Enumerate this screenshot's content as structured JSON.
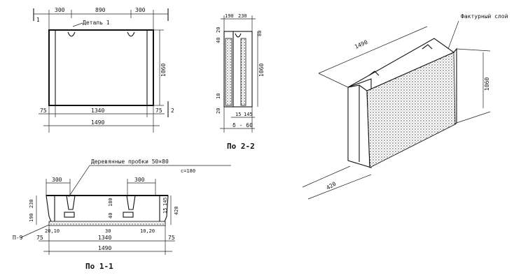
{
  "front_view": {
    "dims_top": [
      "300",
      "890",
      "300"
    ],
    "callout": "Деталь 1",
    "marker_left": "1",
    "marker_right": "2",
    "height_dim": "1060",
    "dims_bottom": [
      "75",
      "1340",
      "75"
    ],
    "total_width": "1490"
  },
  "section_22": {
    "top_dims": [
      "190",
      "230"
    ],
    "right_top_dim": "80",
    "left_top_dims": [
      "40",
      "20"
    ],
    "mid_dim": "10",
    "bottom_left_dim": "20",
    "bottom_dims": [
      "15",
      "145"
    ],
    "height_dim": "1060",
    "thickness_label": "δ - 60",
    "title": "По 2-2"
  },
  "section_11": {
    "callout": "Деревянные пробки 50×80",
    "callout_sub": "c=180",
    "dims_top": [
      "300",
      "300"
    ],
    "left_dims": [
      "230",
      "190"
    ],
    "center_dims": [
      "180",
      "40"
    ],
    "right_dims": [
      "15",
      "145",
      "420"
    ],
    "bottom_small_left": "20,10",
    "bottom_small_right": "10,20",
    "bottom_mid": "30",
    "plate_label": "П-9",
    "dims_bottom": [
      "75",
      "1340",
      "75"
    ],
    "total_width": "1490",
    "title": "По 1-1"
  },
  "iso_view": {
    "length_dim": "1490",
    "height_dim": "1060",
    "depth_dim": "420",
    "note": "Фактурный слой"
  }
}
